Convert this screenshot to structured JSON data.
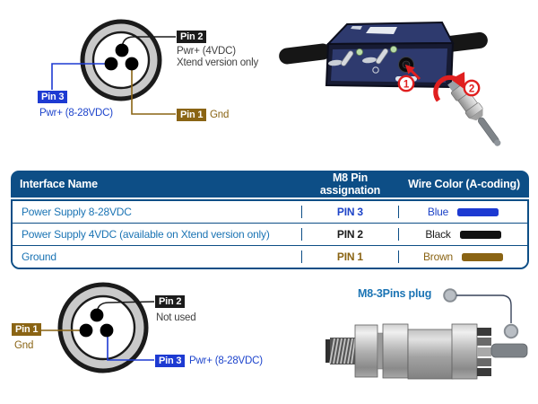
{
  "top_diagram": {
    "pin2_label": "Pin 2",
    "pin2_desc_line1": "Pwr+ (4VDC)",
    "pin2_desc_line2": "Xtend version only",
    "pin3_label": "Pin 3",
    "pin3_desc": "Pwr+ (8-28VDC)",
    "pin1_label": "Pin 1",
    "pin1_desc": "Gnd"
  },
  "installation": {
    "step1": "1",
    "step2": "2"
  },
  "table": {
    "headers": [
      "Interface Name",
      "M8 Pin assignation",
      "Wire Color (A-coding)"
    ],
    "rows": [
      {
        "name": "Power Supply 8-28VDC",
        "pin": "PIN 3",
        "wire_color": "Blue"
      },
      {
        "name": "Power Supply 4VDC (available on Xtend version only)",
        "pin": "PIN 2",
        "wire_color": "Black"
      },
      {
        "name": "Ground",
        "pin": "PIN 1",
        "wire_color": "Brown"
      }
    ]
  },
  "bottom_diagram": {
    "pin2_label": "Pin 2",
    "pin2_desc": "Not used",
    "pin1_label": "Pin 1",
    "pin1_desc": "Gnd",
    "pin3_label": "Pin 3",
    "pin3_desc": "Pwr+ (8-28VDC)"
  },
  "plug": {
    "label": "M8-3Pins plug"
  },
  "colors": {
    "navy": "#0d4e86",
    "row_text_blue": "#1b74b4",
    "wire_blue": "#1d3ad2",
    "wire_black": "#111111",
    "wire_brown": "#8a6414",
    "red": "#e01f1f",
    "connector_ring_gray": "#c9c9c9",
    "device_blue": "#2e3a6e"
  }
}
